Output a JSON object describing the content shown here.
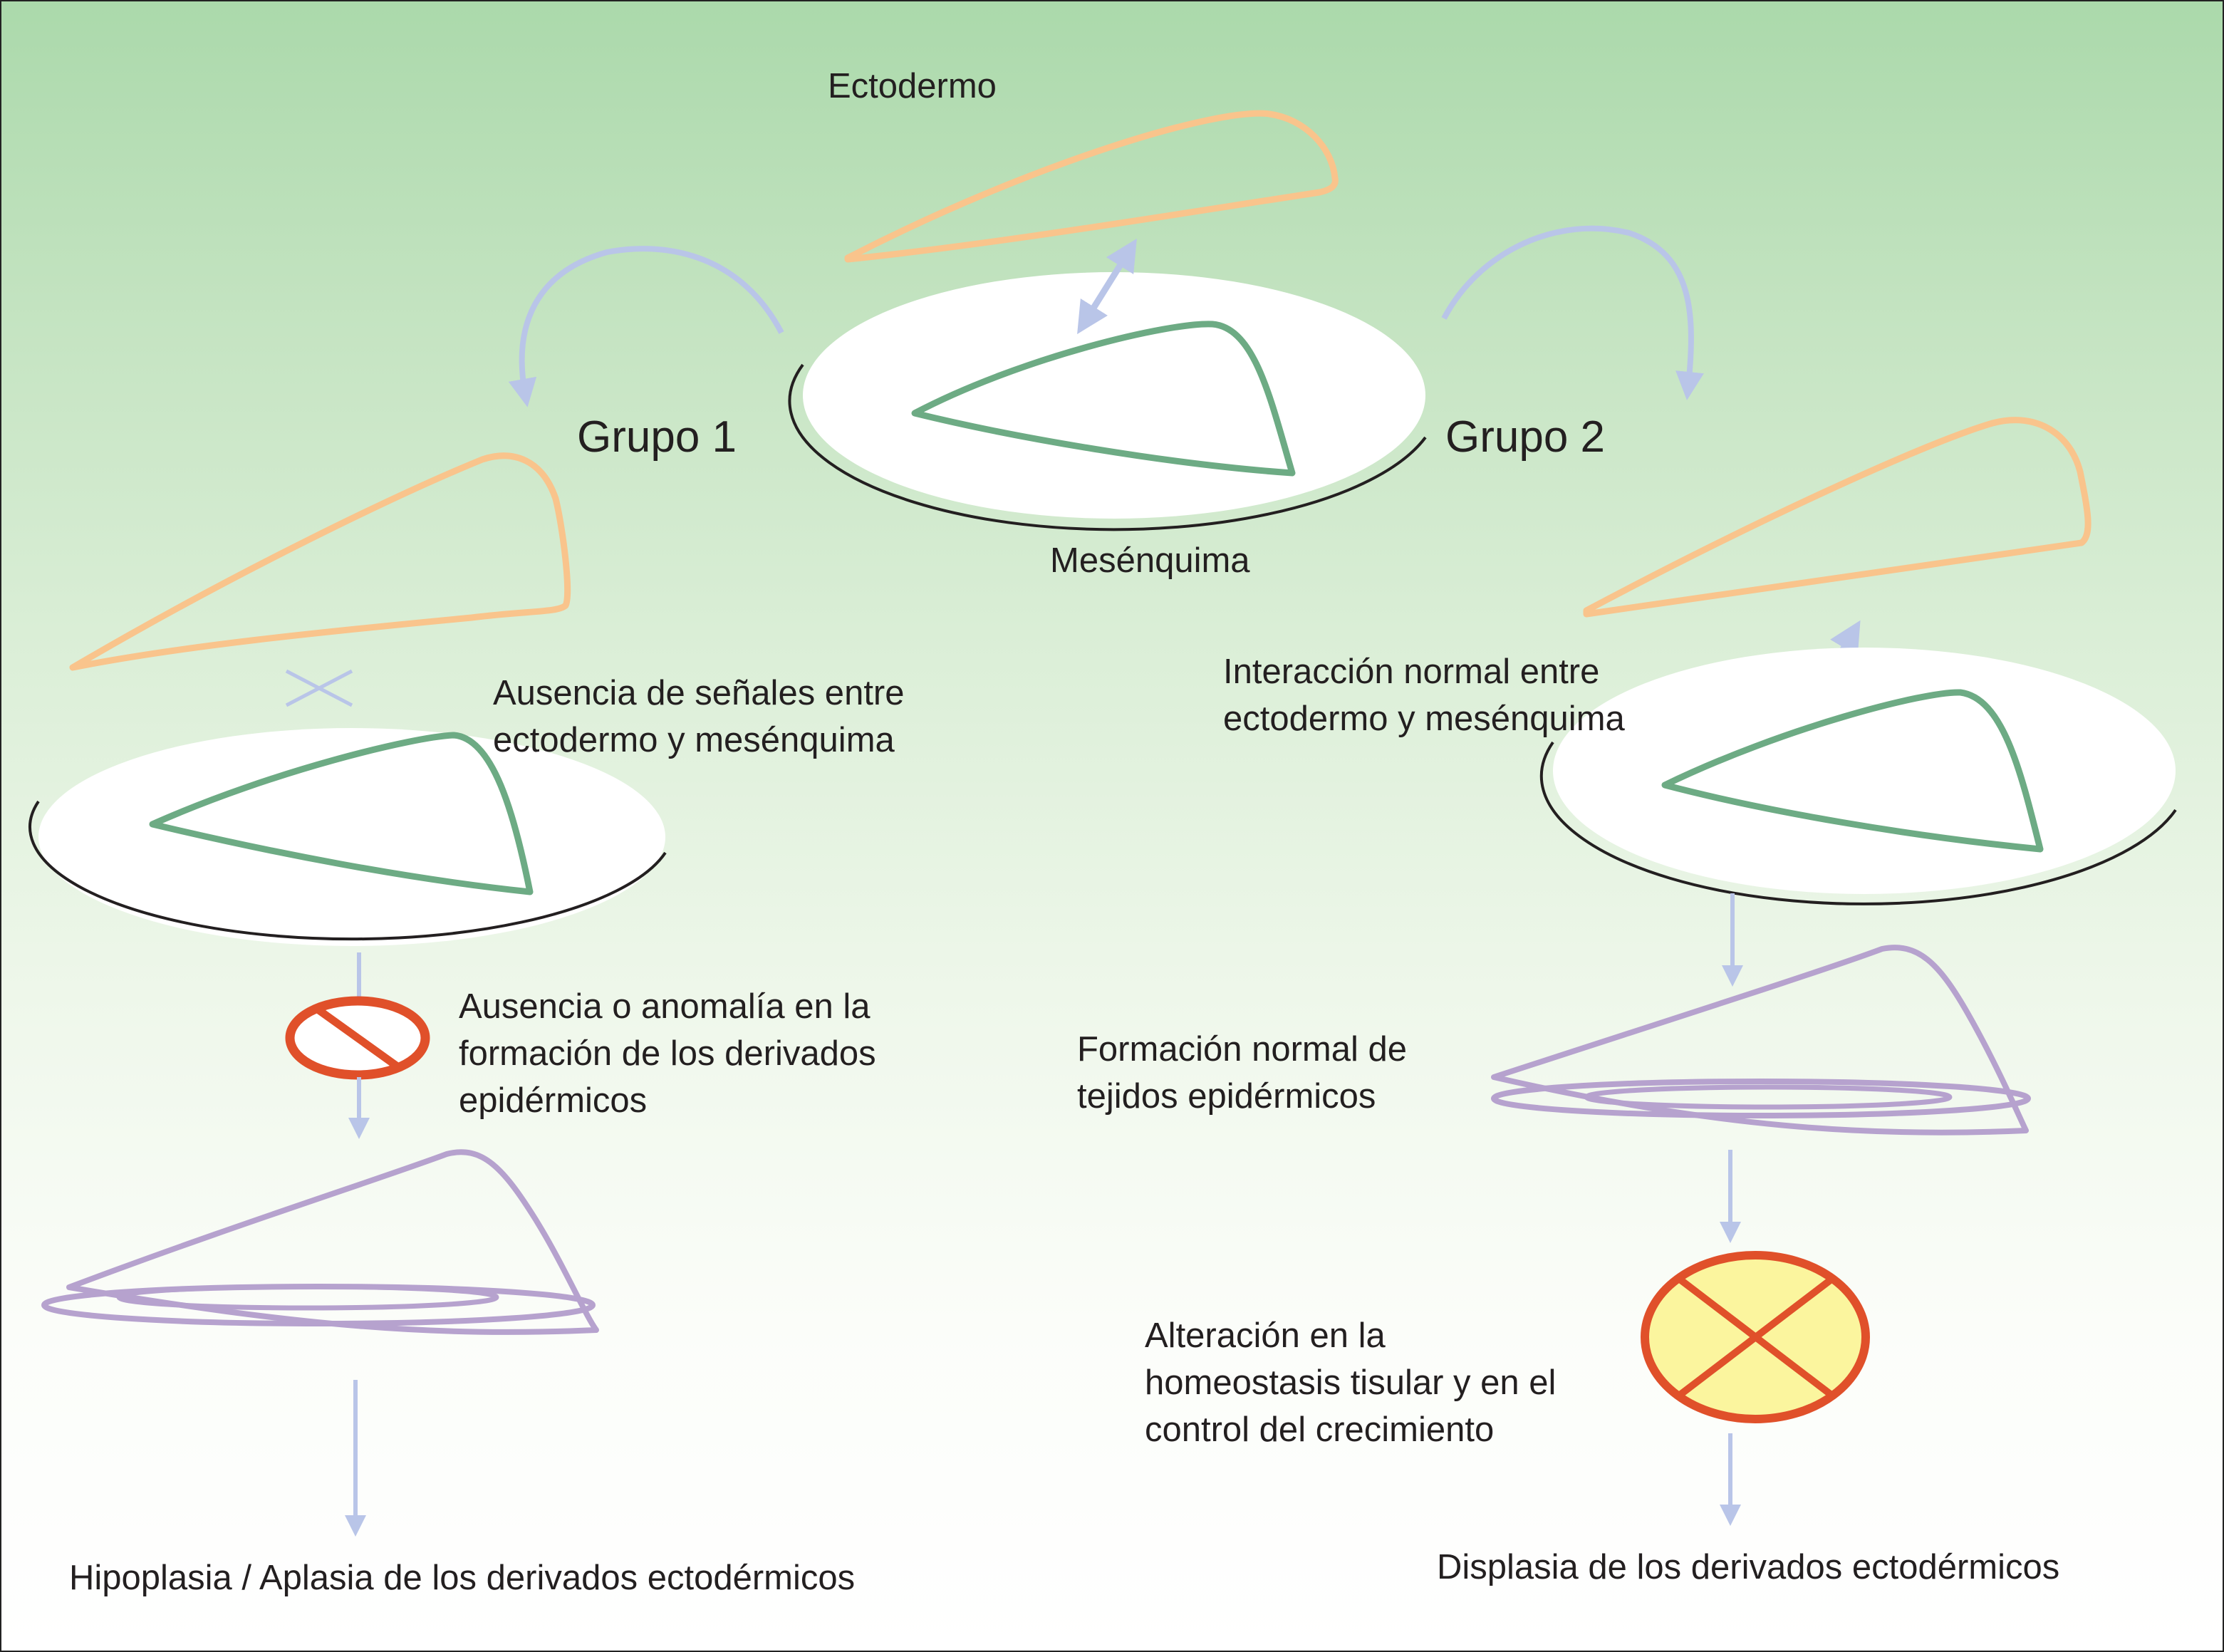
{
  "labels": {
    "ectodermo": "Ectodermo",
    "mesenquima": "Mesénquima",
    "grupo1": "Grupo 1",
    "grupo2": "Grupo 2",
    "ausencia_senales": "Ausencia de señales entre\nectodermo y mesénquima",
    "ausencia_anomalia": "Ausencia o anomalía en la\nformación de los derivados\nepidérmicos",
    "hipoplasia": "Hipoplasia / Aplasia de los derivados ectodérmicos",
    "interaccion_normal": "Interacción normal entre\nectodermo y mesénquima",
    "formacion_normal": "Formación normal de\ntejidos epidérmicos",
    "alteracion": "Alteración en la\nhomeostasis tisular y en el\ncontrol del crecimiento",
    "displasia": "Displasia de los derivados ectodérmicos"
  },
  "colors": {
    "ectoderm": "#f9c48c",
    "mesenchyme": "#6dab84",
    "epidermal": "#b6a2ce",
    "arrow": "#b9c5e8",
    "inhibit": "#e0502a",
    "disruption_fill": "#fbf59e"
  }
}
